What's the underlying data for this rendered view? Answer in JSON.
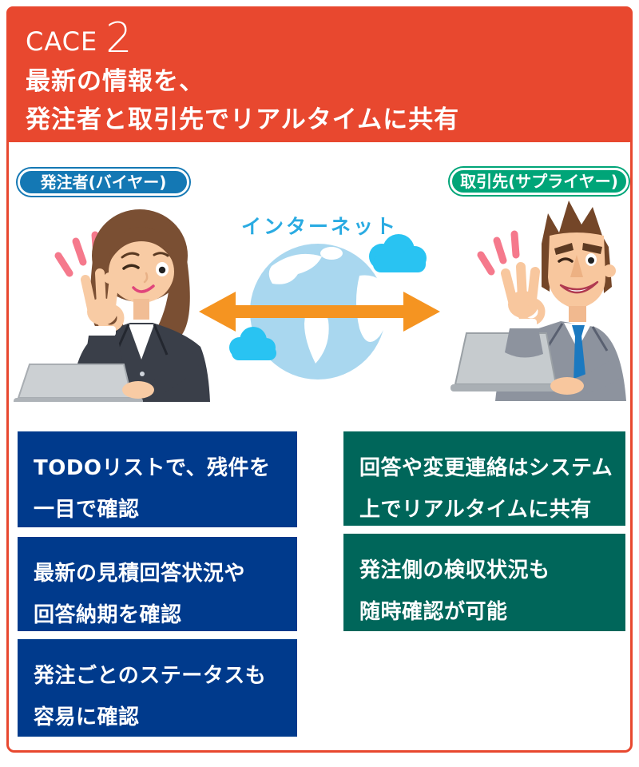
{
  "header": {
    "brand": "CACE",
    "case_number": "2",
    "title_line1": "最新の情報を、",
    "title_line2": "発注者と取引先でリアルタイムに共有"
  },
  "roles": {
    "buyer": "発注者(バイヤー)",
    "supplier": "取引先(サプライヤー)"
  },
  "network": {
    "label": "インターネット"
  },
  "buyer_points": [
    {
      "line1": "TODOリストで、残件を",
      "line2": "一目で確認"
    },
    {
      "line1": "最新の見積回答状況や",
      "line2": "回答納期を確認"
    },
    {
      "line1": "発注ごとのステータスも",
      "line2": "容易に確認"
    }
  ],
  "supplier_points": [
    {
      "line1": "回答や変更連絡はシステム",
      "line2": "上でリアルタイムに共有"
    },
    {
      "line1": "発注側の検収状況も",
      "line2": "随時確認が可能"
    }
  ],
  "icons": {
    "network_globe": "globe-icon",
    "network_clouds": "cloud-icon",
    "network_link": "two-way-arrow-icon",
    "buyer_figure": "businesswoman-ok-sign-illustration",
    "supplier_figure": "businessman-ok-sign-illustration",
    "device": "laptop-icon"
  },
  "colors": {
    "primary_red": "#e8482f",
    "buyer_pill_blue": "#1478b4",
    "buyer_box_navy": "#003a8c",
    "supplier_pill_green": "#00a578",
    "supplier_box_teal": "#00665a",
    "internet_text_blue": "#2aabe2",
    "arrow_orange": "#f59421"
  }
}
